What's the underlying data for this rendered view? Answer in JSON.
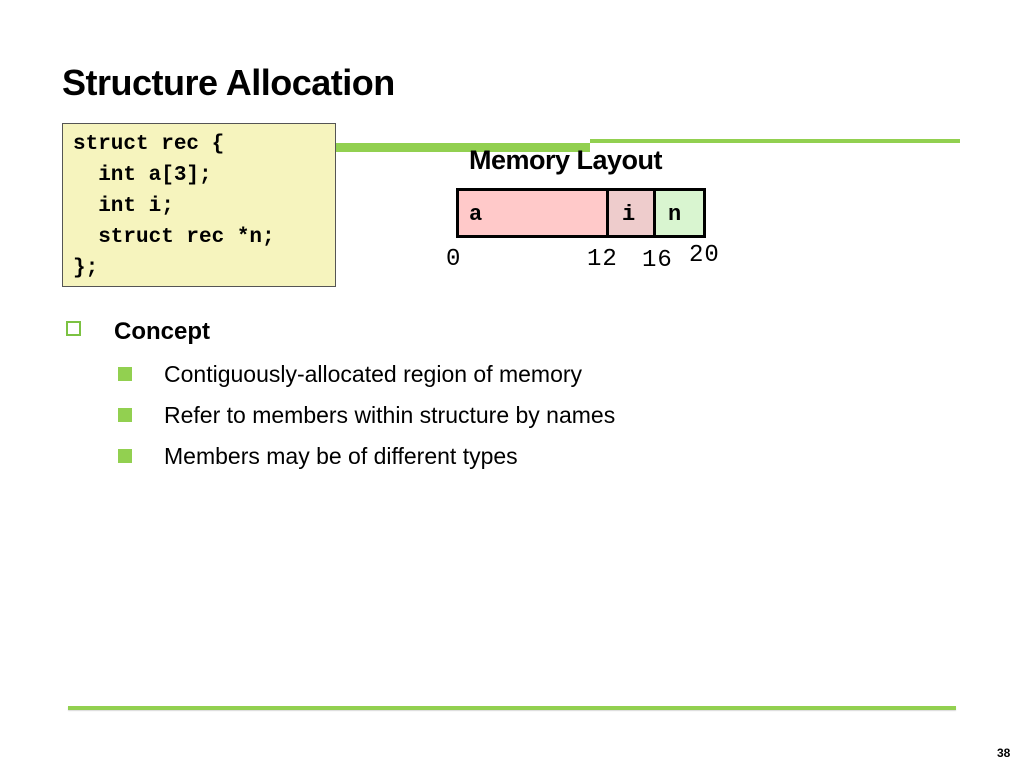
{
  "slide": {
    "title": "Structure Allocation",
    "page_number": "38"
  },
  "code": {
    "lines": [
      "struct rec {",
      "  int a[3];",
      "  int i;",
      "  struct rec *n;",
      "};"
    ]
  },
  "memory_layout": {
    "title": "Memory Layout",
    "cells": [
      {
        "label": "a",
        "color": "#ffc9c9"
      },
      {
        "label": "i",
        "color": "#eecccc"
      },
      {
        "label": "n",
        "color": "#d9f5d0"
      }
    ],
    "offsets": [
      "0",
      "12",
      "16",
      "20"
    ]
  },
  "bullets": {
    "heading": "Concept",
    "items": [
      "Contiguously-allocated region of memory",
      "Refer to members within structure by names",
      "Members may be of different types"
    ]
  },
  "colors": {
    "accent_green": "#92d050",
    "code_background": "#f6f4be"
  }
}
